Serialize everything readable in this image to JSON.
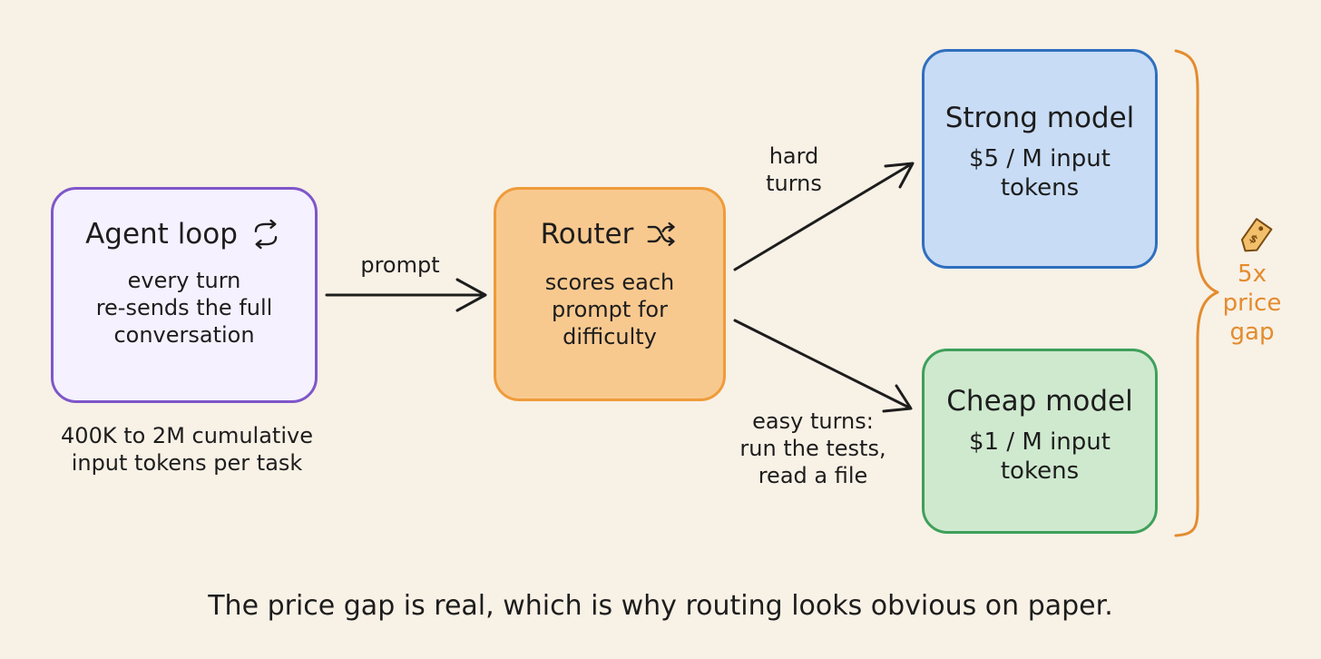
{
  "diagram": {
    "agent_loop": {
      "title": "Agent loop",
      "icon": "repeat-icon",
      "body_lines": [
        "every turn",
        "re-sends the full",
        "conversation"
      ],
      "note_lines": [
        "400K to 2M cumulative",
        "input tokens per task"
      ]
    },
    "router": {
      "title": "Router",
      "icon": "shuffle-icon",
      "body_lines": [
        "scores each",
        "prompt for",
        "difficulty"
      ]
    },
    "strong_model": {
      "title": "Strong model",
      "body_lines": [
        "$5 / M input",
        "tokens"
      ]
    },
    "cheap_model": {
      "title": "Cheap model",
      "body_lines": [
        "$1 / M input",
        "tokens"
      ]
    },
    "edges": {
      "prompt_label": "prompt",
      "hard_lines": [
        "hard",
        "turns"
      ],
      "easy_lines": [
        "easy turns:",
        "run the tests,",
        "read a file"
      ]
    },
    "price_gap": {
      "icon": "price-tag-icon",
      "lines": [
        "5x",
        "price",
        "gap"
      ]
    },
    "caption": "The price gap is real, which is why routing looks obvious on paper."
  },
  "colors": {
    "background": "#f8f1e6",
    "agent_border": "#7f56c9",
    "agent_fill": "#f5f1ff",
    "router_border": "#ef9b3a",
    "router_fill": "#f8c98f",
    "strong_border": "#2f6fbf",
    "strong_fill": "#c8dcf5",
    "cheap_border": "#3ea05a",
    "cheap_fill": "#cfe9cf",
    "accent_orange": "#e38c2e",
    "ink": "#1d1d1d"
  }
}
